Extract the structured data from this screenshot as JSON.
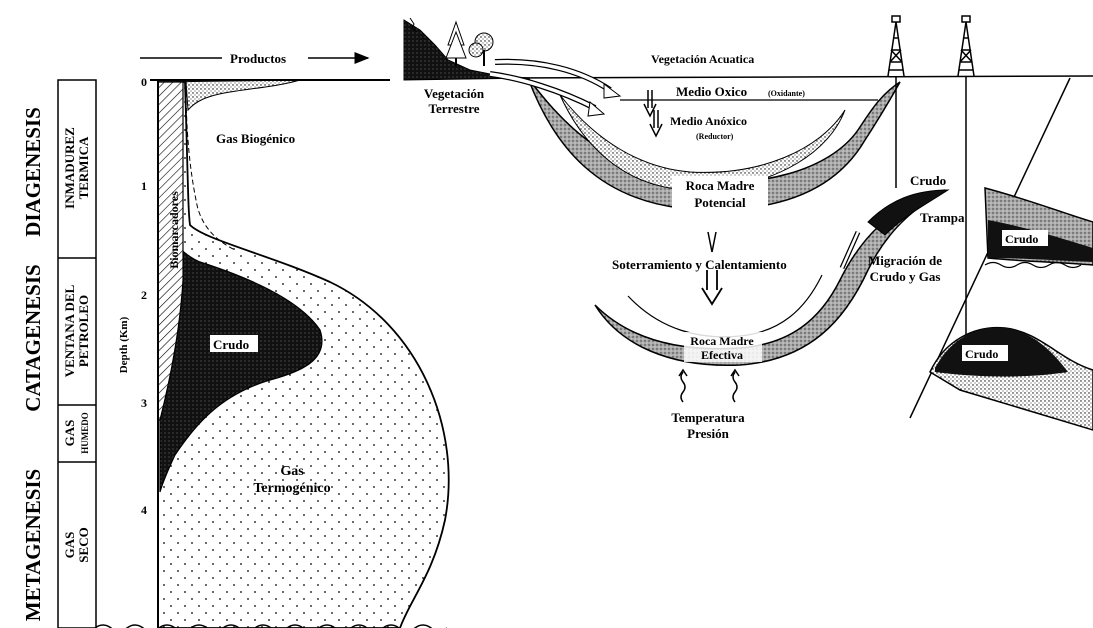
{
  "stages": {
    "diagenesis": "DIAGENESIS",
    "catagenesis": "CATAGENESIS",
    "metagenesis": "METAGENESIS"
  },
  "zones": {
    "inmadurez_line1": "INMADUREZ",
    "inmadurez_line2": "TERMICA",
    "ventana_line1": "VENTANA DEL",
    "ventana_line2": "PETROLEO",
    "gas_humedo_line1": "GAS",
    "gas_humedo_line2": "HUMEDO",
    "gas_seco_line1": "GAS",
    "gas_seco_line2": "SECO"
  },
  "depth_axis": {
    "title": "Depth (Km)",
    "ticks": [
      "0",
      "1",
      "2",
      "3",
      "4"
    ]
  },
  "column_labels": {
    "productos": "Productos",
    "biomarcadores": "Biomarcadores",
    "gas_biogenico": "Gas Biogénico",
    "crudo": "Crudo",
    "gas_termogenico_line1": "Gas",
    "gas_termogenico_line2": "Termogénico"
  },
  "basin_labels": {
    "vegetacion_terrestre_line1": "Vegetación",
    "vegetacion_terrestre_line2": "Terrestre",
    "vegetacion_acuatica": "Vegetación Acuatica",
    "medio_oxico": "Medio Oxico",
    "oxidante": "(Oxidante)",
    "medio_anoxico": "Medio Anóxico",
    "reductor": "(Reductor)",
    "roca_potencial_line1": "Roca Madre",
    "roca_potencial_line2": "Potencial",
    "soterramiento": "Soterramiento y Calentamiento",
    "roca_efectiva_line1": "Roca Madre",
    "roca_efectiva_line2": "Efectiva",
    "temperatura": "Temperatura",
    "presion": "Presión",
    "crudo_top": "Crudo",
    "trampa": "Trampa",
    "migracion_line1": "Migración de",
    "migracion_line2": "Crudo y Gas",
    "crudo_fault_upper": "Crudo",
    "crudo_fault_lower": "Crudo"
  }
}
